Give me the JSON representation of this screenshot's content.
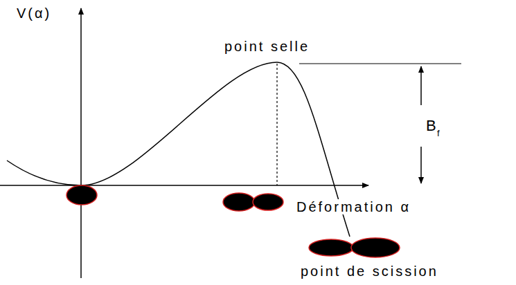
{
  "diagram": {
    "labels": [
      "V(α)",
      "point selle",
      "B",
      "f",
      "Déformation α",
      "point de scission"
    ]
  }
}
